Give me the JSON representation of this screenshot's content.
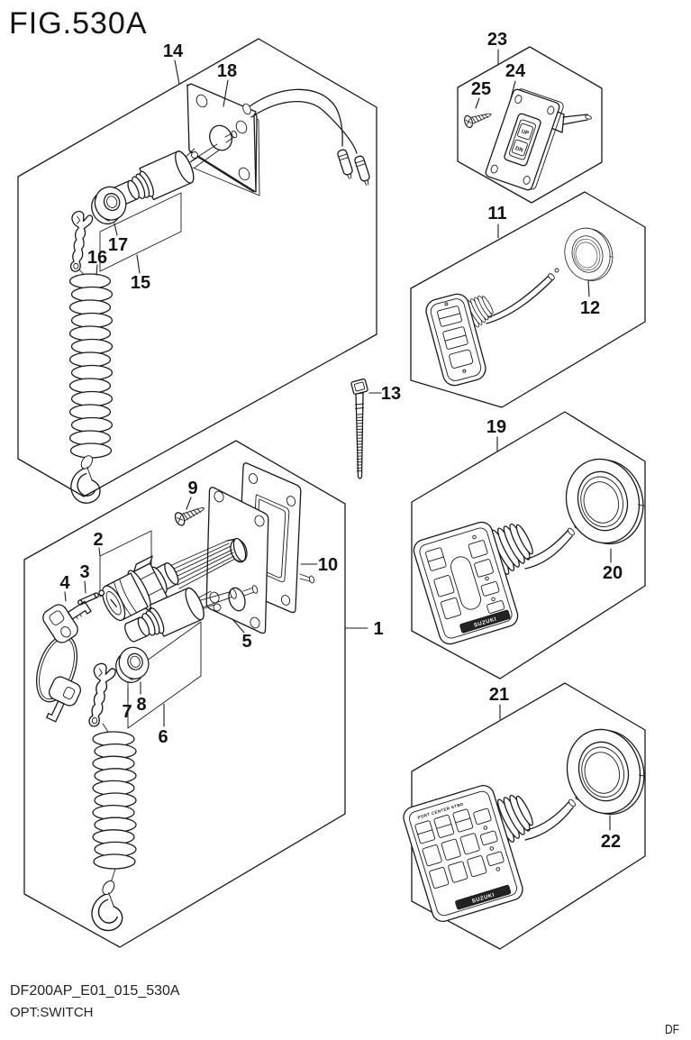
{
  "figure": {
    "title": "FIG.530A"
  },
  "callouts": {
    "1": "1",
    "2": "2",
    "3": "3",
    "4": "4",
    "5": "5",
    "6": "6",
    "7": "7",
    "8": "8",
    "9": "9",
    "10": "10",
    "11": "11",
    "12": "12",
    "13": "13",
    "14": "14",
    "15": "15",
    "16": "16",
    "17": "17",
    "18": "18",
    "19": "19",
    "20": "20",
    "21": "21",
    "22": "22",
    "23": "23",
    "24": "24",
    "25": "25"
  },
  "switch_labels": {
    "up": "UP",
    "dn": "DN",
    "brand": "SUZUKI",
    "engine_positions": "PORT CENTER STBD"
  },
  "footer": {
    "drawing_code": "DF200AP_E01_015_530A",
    "caption": "OPT:SWITCH",
    "corner": "DF"
  }
}
